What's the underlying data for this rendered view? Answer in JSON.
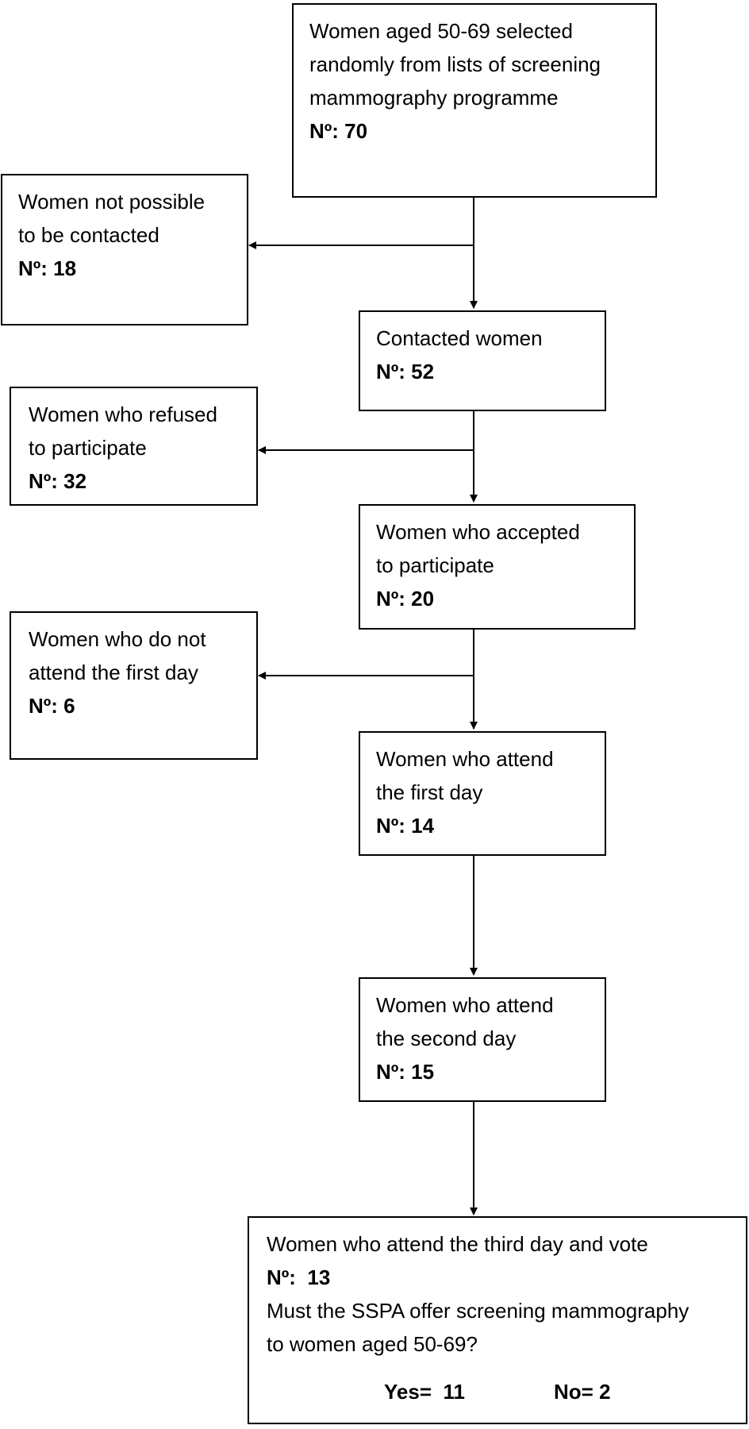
{
  "boxes": {
    "selected": {
      "lines": [
        "Women aged 50-69 selected",
        "randomly from lists of screening",
        "mammography programme"
      ],
      "count": "Nº: 70"
    },
    "not_contacted": {
      "lines": [
        "Women not possible",
        "to be contacted"
      ],
      "count": "Nº: 18"
    },
    "contacted": {
      "lines": [
        "Contacted women"
      ],
      "count": "Nº: 52"
    },
    "refused": {
      "lines": [
        "Women who refused",
        "to participate"
      ],
      "count": "Nº: 32"
    },
    "accepted": {
      "lines": [
        "Women who accepted",
        "to participate"
      ],
      "count": "Nº: 20"
    },
    "not_first_day": {
      "lines": [
        "Women who do not",
        "attend the first day"
      ],
      "count": "Nº: 6"
    },
    "first_day": {
      "lines": [
        "Women who attend",
        "the first day"
      ],
      "count": "Nº: 14"
    },
    "second_day": {
      "lines": [
        "Women who attend",
        "the second day"
      ],
      "count": "Nº: 15"
    },
    "third_day": {
      "title": "Women who attend the third day and vote",
      "count": "Nº:  13",
      "question_lines": [
        "Must the SSPA offer screening mammography",
        "to women aged 50-69?"
      ],
      "yes": "Yes=  11",
      "no": "No= 2"
    }
  }
}
